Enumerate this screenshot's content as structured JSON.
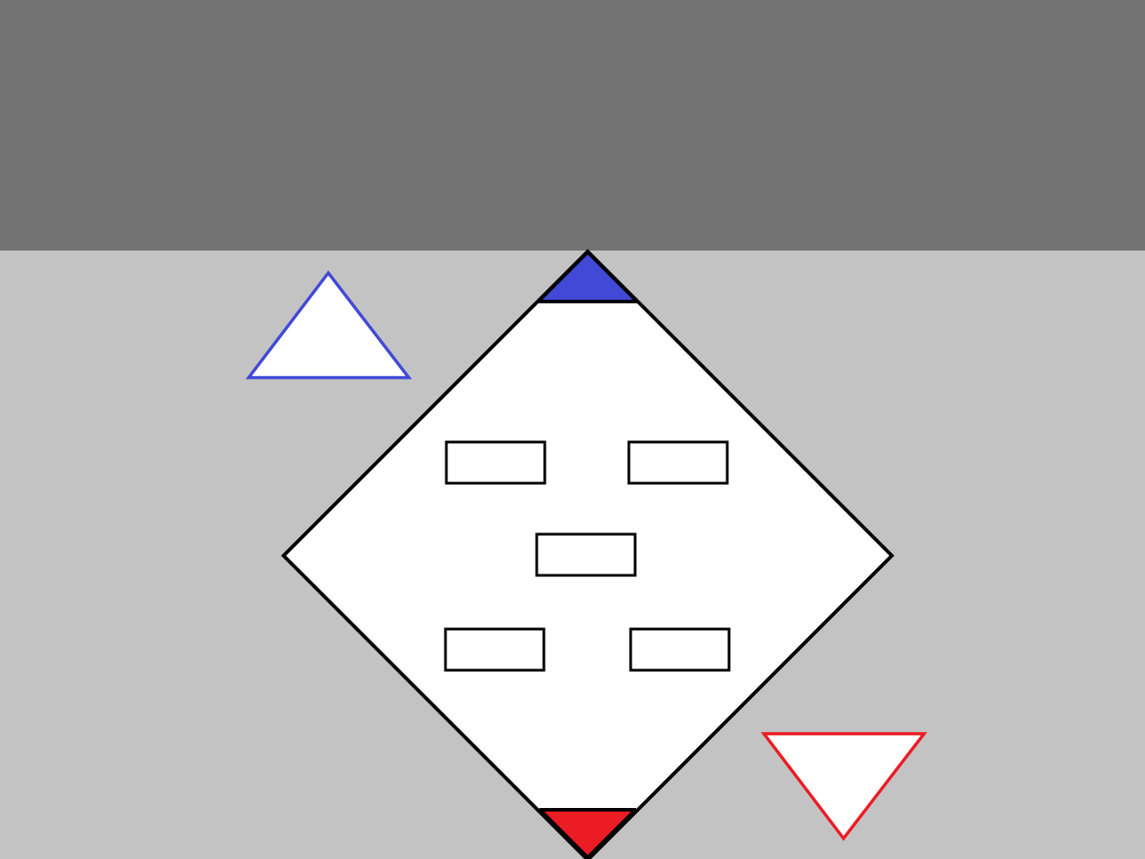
{
  "colors": {
    "header_background": "#737373",
    "board_background": "#c3c3c3",
    "diamond_fill": "#ffffff",
    "outline": "#000000",
    "blue_team": "#4149d6",
    "red_team": "#ec1c24",
    "slot_fill": "#ffffff"
  },
  "board": {
    "slots": [
      {
        "name": "slot-upper-left"
      },
      {
        "name": "slot-upper-right"
      },
      {
        "name": "slot-center"
      },
      {
        "name": "slot-lower-left"
      },
      {
        "name": "slot-lower-right"
      }
    ],
    "tips": {
      "top": {
        "team": "blue"
      },
      "bottom": {
        "team": "red"
      }
    }
  },
  "markers": [
    {
      "name": "blue-triangle-marker",
      "team": "blue",
      "direction": "up"
    },
    {
      "name": "red-triangle-marker",
      "team": "red",
      "direction": "down"
    }
  ]
}
